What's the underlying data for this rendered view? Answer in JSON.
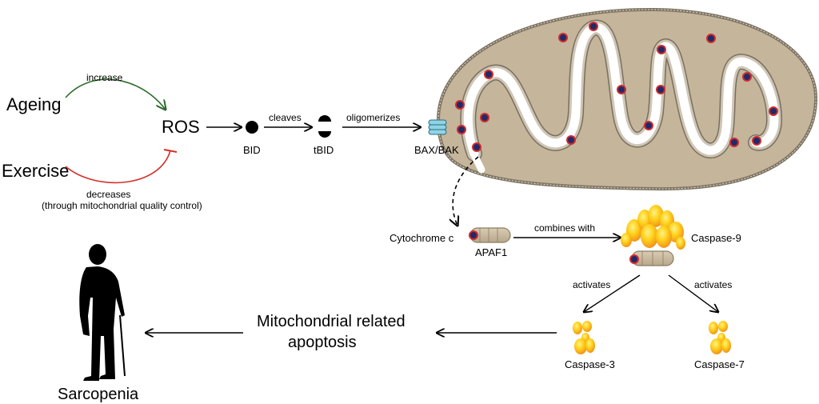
{
  "nodes": {
    "ageing": "Ageing",
    "exercise": "Exercise",
    "ros": "ROS",
    "bid": "BID",
    "tbid": "tBID",
    "bax_bak": "BAX/BAK",
    "cytochrome_c": "Cytochrome c",
    "apaf1": "APAF1",
    "caspase9": "Caspase-9",
    "caspase3": "Caspase-3",
    "caspase7": "Caspase-7",
    "apoptosis_line1": "Mitochondrial related",
    "apoptosis_line2": "apoptosis",
    "sarcopenia": "Sarcopenia"
  },
  "edges": {
    "increase": "increase",
    "decreases_line1": "decreases",
    "decreases_line2": "(through mitochondrial quality control)",
    "cleaves": "cleaves",
    "oligomerizes": "oligomerizes",
    "combines_with": "combines with",
    "activates_left": "activates",
    "activates_right": "activates"
  },
  "colors": {
    "increase_arrow": "#2e6b2e",
    "decrease_arrow": "#d2322a",
    "mito_fill": "#c4b59b",
    "cristae_space": "#ffffff",
    "cyt_c_outer": "#d22a2a",
    "cyt_c_inner": "#1f2a6b",
    "bax_bak": "#8fd3e6",
    "caspase_light": "#ffd21a",
    "caspase_dark": "#f08a1a"
  }
}
